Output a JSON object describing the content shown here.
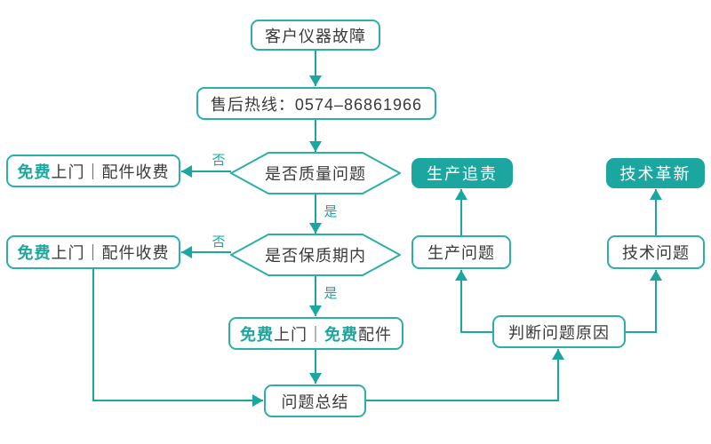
{
  "colors": {
    "accent": "#1BA7A0",
    "node_border": "#2BAFA8",
    "text": "#3A3A3A"
  },
  "nodes": {
    "start": {
      "label": "客户仪器故障"
    },
    "hotline": {
      "label": "售后热线：0574–86861966"
    },
    "decision_quality": {
      "label": "是否质量问题"
    },
    "decision_warranty": {
      "label": "是否保质期内"
    },
    "free_visit_paid_parts_1": {
      "accent_text": "免费",
      "rest_text": "上门｜配件收费"
    },
    "free_visit_paid_parts_2": {
      "accent_text": "免费",
      "rest_text": "上门｜配件收费"
    },
    "free_visit_free_parts": {
      "accent1": "免费",
      "rest1": "上门｜",
      "accent2": "免费",
      "rest2": "配件"
    },
    "summary": {
      "label": "问题总结"
    },
    "production_accountability": {
      "label": "生产追责"
    },
    "production_issue": {
      "label": "生产问题"
    },
    "tech_innovation": {
      "label": "技术革新"
    },
    "tech_issue": {
      "label": "技术问题"
    },
    "judge_cause": {
      "label": "判断问题原因"
    }
  },
  "edge_labels": {
    "quality_no": "否",
    "quality_yes": "是",
    "warranty_no": "否",
    "warranty_yes": "是"
  }
}
